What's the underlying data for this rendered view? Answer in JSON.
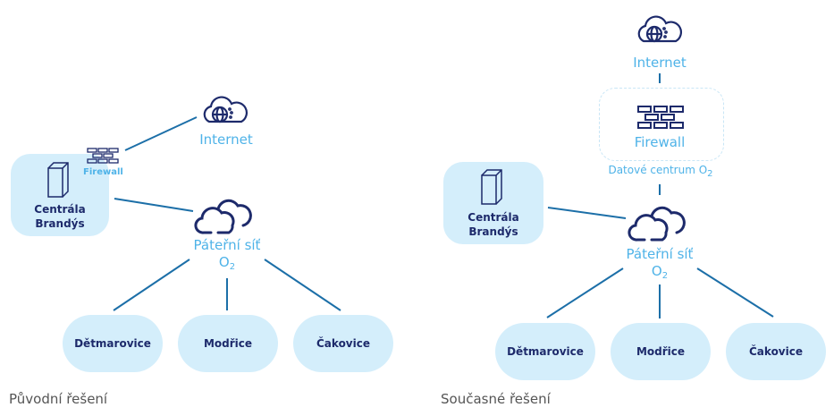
{
  "colors": {
    "line": "#1c6fa8",
    "icon": "#1d2a6b",
    "label": "#4fb3e8",
    "node_fill": "#d4eefb"
  },
  "original": {
    "caption": "Původní řešení",
    "internet": {
      "label": "Internet",
      "icon": "cloud-globe-icon"
    },
    "firewall": {
      "label": "Firewall",
      "icon": "brick-wall-icon"
    },
    "hq": {
      "line1": "Centrála",
      "line2": "Brandýs",
      "icon": "server-icon"
    },
    "backbone": {
      "line1": "Páteřní síť",
      "line2": "O",
      "sub": "2",
      "icon": "cloud-icon"
    },
    "branches": [
      "Dětmarovice",
      "Modřice",
      "Čakovice"
    ]
  },
  "current": {
    "caption": "Současné řešení",
    "internet": {
      "label": "Internet",
      "icon": "cloud-globe-icon"
    },
    "firewall": {
      "label": "Firewall",
      "icon": "brick-wall-icon"
    },
    "datacenter": {
      "label": "Datové centrum O",
      "sub": "2"
    },
    "hq": {
      "line1": "Centrála",
      "line2": "Brandýs",
      "icon": "server-icon"
    },
    "backbone": {
      "line1": "Páteřní síť",
      "line2": "O",
      "sub": "2",
      "icon": "cloud-icon"
    },
    "branches": [
      "Dětmarovice",
      "Modřice",
      "Čakovice"
    ]
  }
}
